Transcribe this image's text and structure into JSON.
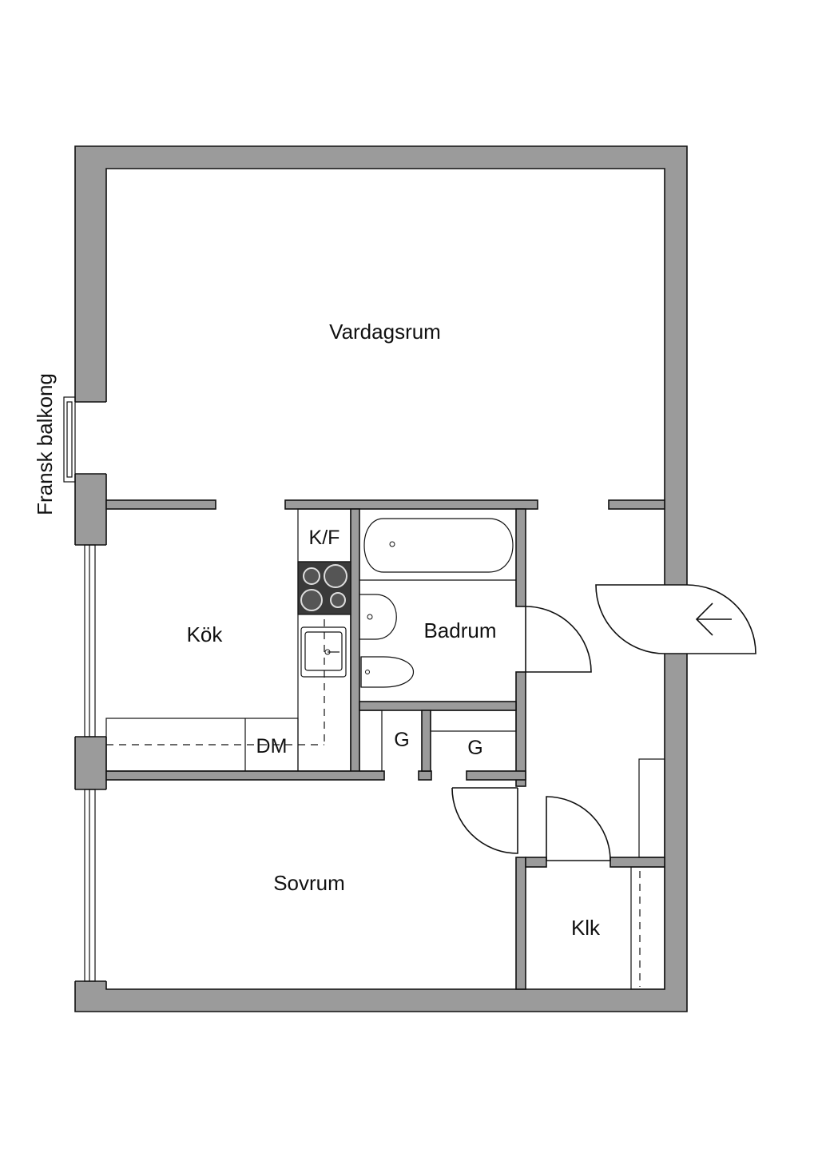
{
  "rooms": {
    "living": "Vardagsrum",
    "kitchen": "Kök",
    "bathroom": "Badrum",
    "bedroom": "Sovrum",
    "closet": "Klk"
  },
  "fixtures": {
    "fridge_freezer": "K/F",
    "dishwasher": "DM",
    "wardrobe_1": "G",
    "wardrobe_2": "G"
  },
  "balcony": "Fransk balkong",
  "colors": {
    "wall": "#9b9b9b",
    "line": "#111111",
    "stove": "#3a3a3a"
  }
}
